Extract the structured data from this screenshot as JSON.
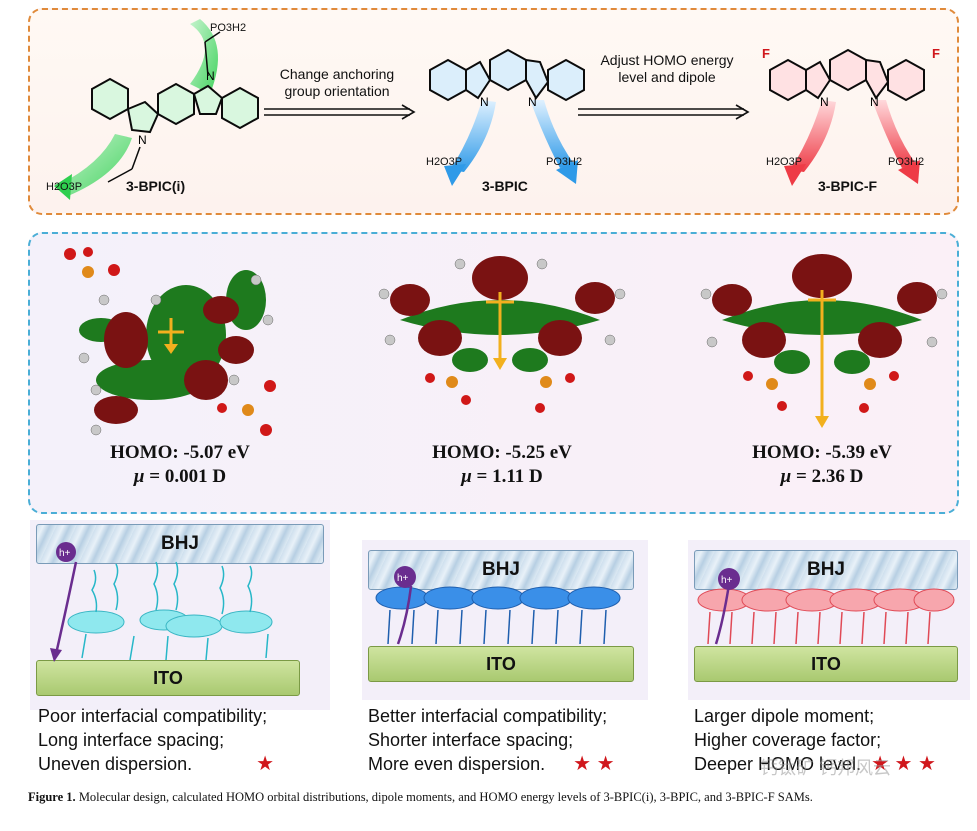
{
  "top_panel": {
    "arrow1_text": "Change anchoring group orientation",
    "arrow2_text": "Adjust HOMO energy level and dipole",
    "molecules": [
      {
        "label": "3-BPIC(i)",
        "group_top": "PO3H2",
        "group_bottom": "H2O3P"
      },
      {
        "label": "3-BPIC",
        "group_left": "H2O3P",
        "group_right": "PO3H2"
      },
      {
        "label": "3-BPIC-F",
        "group_left": "H2O3P",
        "group_right": "PO3H2",
        "substituent": "F"
      }
    ],
    "atom_n": "N"
  },
  "orbitals": [
    {
      "homo": "HOMO: -5.07 eV",
      "mu_value": " = 0.001 D"
    },
    {
      "homo": "HOMO: -5.25 eV",
      "mu_value": " = 1.11 D"
    },
    {
      "homo": "HOMO: -5.39 eV",
      "mu_value": " = 2.36 D"
    }
  ],
  "mu_symbol": "μ",
  "devices": {
    "bhj_label": "BHJ",
    "ito_label": "ITO",
    "hole_label": "h+",
    "panels": [
      {
        "lines": [
          "Poor interfacial compatibility;",
          "Long interface spacing;",
          "Uneven dispersion."
        ],
        "stars": "★"
      },
      {
        "lines": [
          "Better interfacial compatibility;",
          "Shorter interface spacing;",
          "More even dispersion."
        ],
        "stars": "★ ★"
      },
      {
        "lines": [
          "Larger dipole moment;",
          "Higher coverage factor;",
          "Deeper HOMO level."
        ],
        "stars": "★ ★ ★"
      }
    ]
  },
  "caption": {
    "bold": "Figure 1.",
    "text": " Molecular design, calculated HOMO orbital distributions, dipole moments, and HOMO energy levels of 3-BPIC(i), 3-BPIC, and 3-BPIC-F SAMs."
  },
  "watermark": "钙钛矿 钙邦风云",
  "colors": {
    "orange": "#e08a3a",
    "cyan": "#4aaed6",
    "star": "#d0171c",
    "arrow_purple": "#6a2d8f",
    "dipole": "#f2b01e",
    "orb_green": "#1e7a1e",
    "orb_red": "#7a1212"
  }
}
